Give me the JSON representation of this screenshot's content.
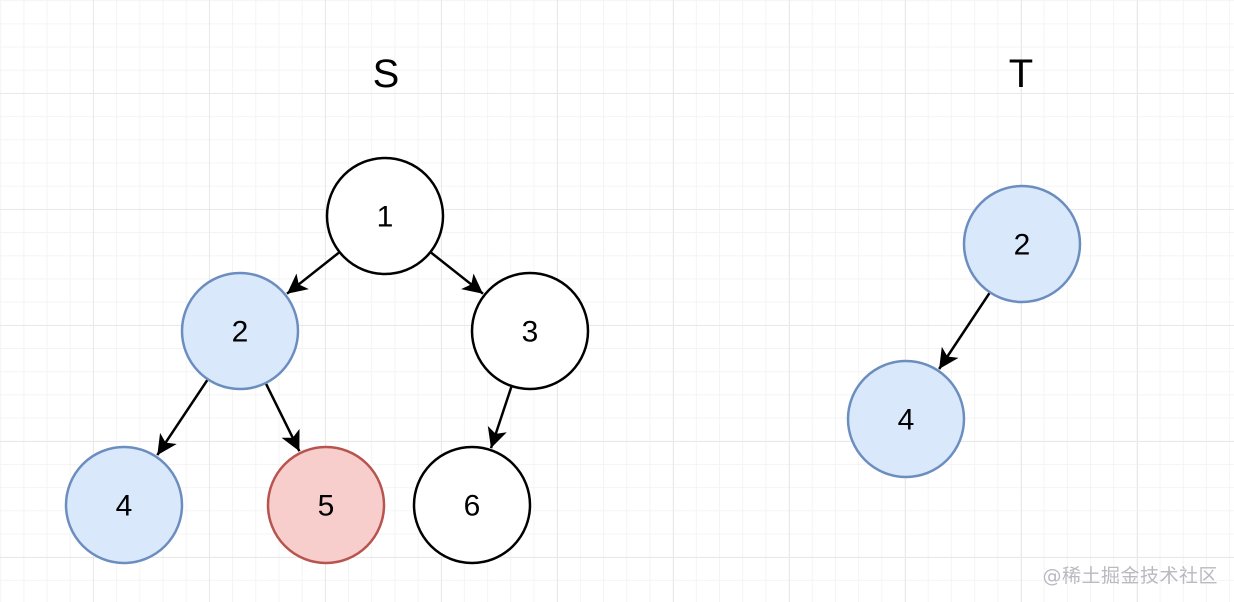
{
  "colors": {
    "default_fill": "#ffffff",
    "default_stroke": "#000000",
    "match_fill": "#dae8fc",
    "match_stroke": "#6c8ebf",
    "mismatch_fill": "#f8cecc",
    "mismatch_stroke": "#b85450",
    "edge": "#000000"
  },
  "trees": [
    {
      "id": "S",
      "title": "S",
      "nodes": [
        {
          "id": "s1",
          "label": "1",
          "style": "default"
        },
        {
          "id": "s2",
          "label": "2",
          "style": "match"
        },
        {
          "id": "s3",
          "label": "3",
          "style": "default"
        },
        {
          "id": "s4",
          "label": "4",
          "style": "match"
        },
        {
          "id": "s5",
          "label": "5",
          "style": "mismatch"
        },
        {
          "id": "s6",
          "label": "6",
          "style": "default"
        }
      ],
      "edges": [
        {
          "from": "s1",
          "to": "s2"
        },
        {
          "from": "s1",
          "to": "s3"
        },
        {
          "from": "s2",
          "to": "s4"
        },
        {
          "from": "s2",
          "to": "s5"
        },
        {
          "from": "s3",
          "to": "s6"
        }
      ]
    },
    {
      "id": "T",
      "title": "T",
      "nodes": [
        {
          "id": "t2",
          "label": "2",
          "style": "match"
        },
        {
          "id": "t4",
          "label": "4",
          "style": "match"
        }
      ],
      "edges": [
        {
          "from": "t2",
          "to": "t4"
        }
      ]
    }
  ],
  "watermark": "@稀土掘金技术社区"
}
